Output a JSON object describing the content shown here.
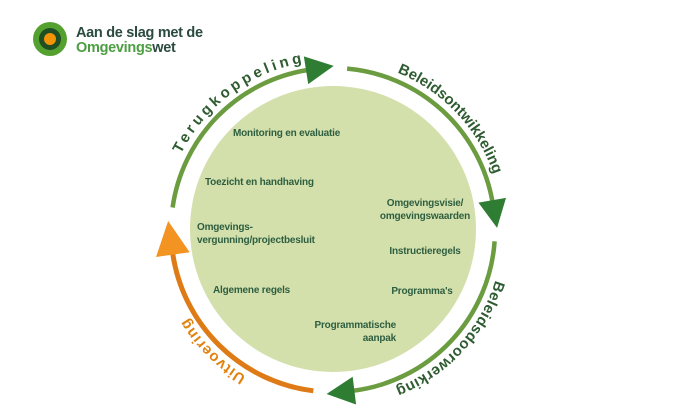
{
  "brand": {
    "line1": "Aan de slag met de",
    "line2_green": "Omgevings",
    "line2_dark": "wet"
  },
  "cycle": {
    "phases": [
      {
        "label": "Terugkoppeling"
      },
      {
        "label": "Beleidsontwikkeling"
      },
      {
        "label": "Beleidsdoorwerking"
      },
      {
        "label": "Uitvoering"
      }
    ],
    "inner_items": {
      "monitoring": "Monitoring en evaluatie",
      "toezicht": "Toezicht en handhaving",
      "vergunning": "Omgevings-\nvergunning/projectbesluit",
      "algemene_regels": "Algemene regels",
      "programmatische_aanpak": "Programmatische\naanpak",
      "omgevingsvisie": "Omgevingsvisie/\nomgevingswaarden",
      "instructieregels": "Instructieregels",
      "programmas": "Programma's"
    }
  },
  "colors": {
    "arc_green": "#6b9c40",
    "arrow_green": "#2e7d33",
    "arc_orange": "#de7b17",
    "arrow_orange": "#f29322",
    "inner_circle": "#d3e0ac",
    "inner_text": "#2e5e40",
    "phase_green_text": "#2e5c30",
    "phase_orange_text": "#e2820e",
    "logo_green": "#4c9e42",
    "logo_dark": "#2b4a40"
  }
}
